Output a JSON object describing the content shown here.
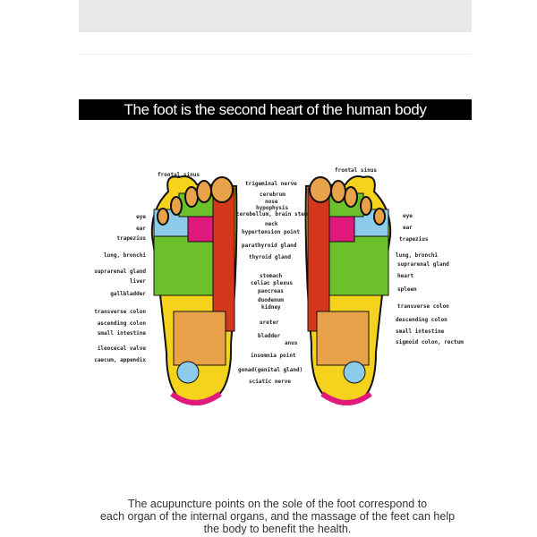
{
  "title": "The foot is the second heart of the human body",
  "left_foot_labels": [
    "frontal sinus",
    "eye",
    "ear",
    "trapezius",
    "lung, bronchi",
    "suprarenal gland",
    "liver",
    "gallbladder",
    "transverse colon",
    "ascending colon",
    "small intestine",
    "ileocecal valve",
    "caecum, appendix"
  ],
  "center_labels": [
    "trigeminal nerve",
    "cerebrum",
    "nose",
    "hypophysis",
    "cerebellum, brain stem",
    "neck",
    "hypertension point",
    "parathyroid gland",
    "thyroid gland",
    "stomach",
    "celiac plexus",
    "pancreas",
    "duodenum",
    "kidney",
    "ureter",
    "bladder",
    "anus",
    "insomnia point",
    "gonad(genital gland)",
    "sciatic nerve"
  ],
  "right_foot_labels": [
    "frontal sinus",
    "eye",
    "ear",
    "trapezius",
    "lung, bronchi",
    "suprarenal gland",
    "heart",
    "spleen",
    "transverse colon",
    "descending colon",
    "small intestine",
    "sigmoid colon, rectum"
  ],
  "caption": [
    "The acupuncture points on the sole of the foot correspond to",
    "each organ of the internal organs, and the massage of the feet can help",
    "the body to benefit the health."
  ],
  "colors": {
    "green": "#6cc12a",
    "magenta": "#e0197d",
    "yellow": "#f5d21c",
    "orange": "#e8a24a",
    "red": "#d4371c",
    "blue": "#8ccbea"
  }
}
